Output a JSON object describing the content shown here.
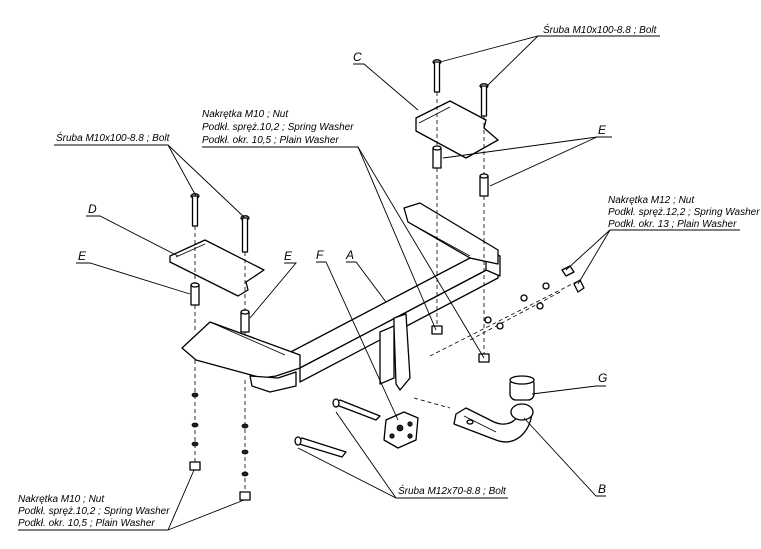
{
  "labels": {
    "bolt_top": "Śruba M10x100-8.8 ;  Bolt",
    "bolt_left": "Śruba M10x100-8.8 ;  Bolt",
    "bolt_bottom": "Śruba M12x70-8.8 ;  Bolt",
    "nut_m10_top": {
      "line1": "Nakrętka  M10 ; Nut",
      "line2": "Podkł. spręż.10,2 ; Spring Washer",
      "line3": "Podkł. okr. 10,5 ; Plain Washer"
    },
    "nut_m10_bottom": {
      "line1": "Nakrętka  M10 ; Nut",
      "line2": "Podkł. spręż.10,2 ; Spring Washer",
      "line3": "Podkł. okr. 10,5 ; Plain Washer"
    },
    "nut_m12": {
      "line1": "Nakrętka  M12 ; Nut",
      "line2": "Podkł. spręż.12,2 ; Spring Washer",
      "line3": "Podkł. okr. 13 ; Plain Washer"
    }
  },
  "parts": {
    "A": "A",
    "B": "B",
    "C": "C",
    "D": "D",
    "E_left": "E",
    "E_mid": "E",
    "E_right": "E",
    "F": "F",
    "G": "G"
  }
}
